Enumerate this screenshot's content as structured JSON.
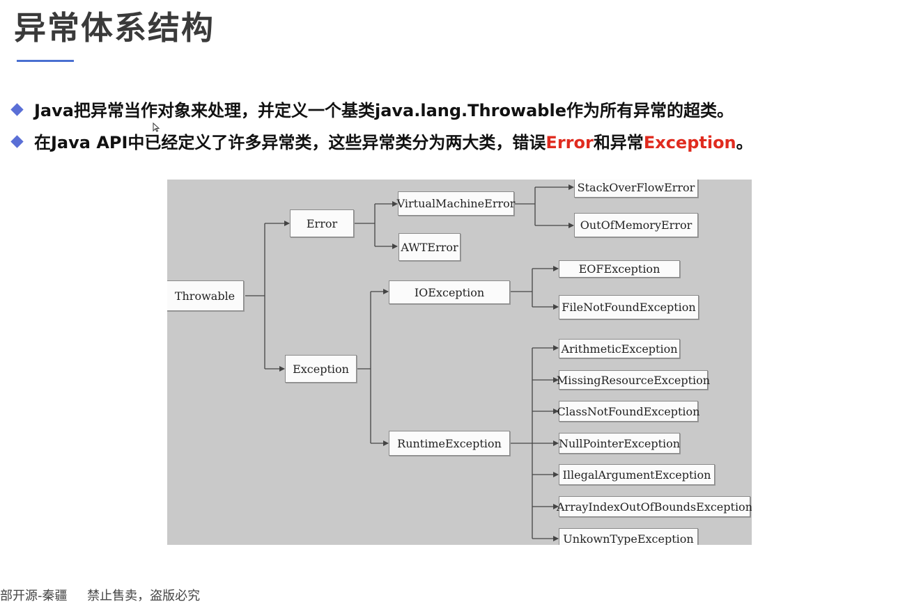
{
  "title": "异常体系结构",
  "bullets": [
    {
      "text": "Java把异常当作对象来处理，并定义一个基类java.lang.Throwable作为所有异常的超类。"
    },
    {
      "prefix": "在Java API中已经定义了许多异常类，这些异常类分为两大类，错误",
      "error": "Error",
      "middle": "和异常",
      "exception": "Exception",
      "suffix": "。"
    }
  ],
  "nodes": {
    "throwable": "Throwable",
    "error": "Error",
    "exception": "Exception",
    "vme": "VirtualMachineError",
    "awt": "AWTError",
    "soe": "StackOverFlowError",
    "oome": "OutOfMemoryError",
    "io": "IOException",
    "eof": "EOFException",
    "fnf": "FileNotFoundException",
    "runtime": "RuntimeException",
    "arith": "ArithmeticException",
    "missing": "MissingResourceException",
    "cnf": "ClassNotFoundException",
    "npe": "NullPointerException",
    "iae": "IllegalArgumentException",
    "aioobe": "ArrayIndexOutOfBoundsException",
    "unknown": "UnkownTypeException"
  },
  "footer": "部开源-秦疆     禁止售卖，盗版必究",
  "colors": {
    "accent": "#4a6fd1",
    "bullet": "#5a6fd6",
    "highlight": "#e02b1f"
  }
}
